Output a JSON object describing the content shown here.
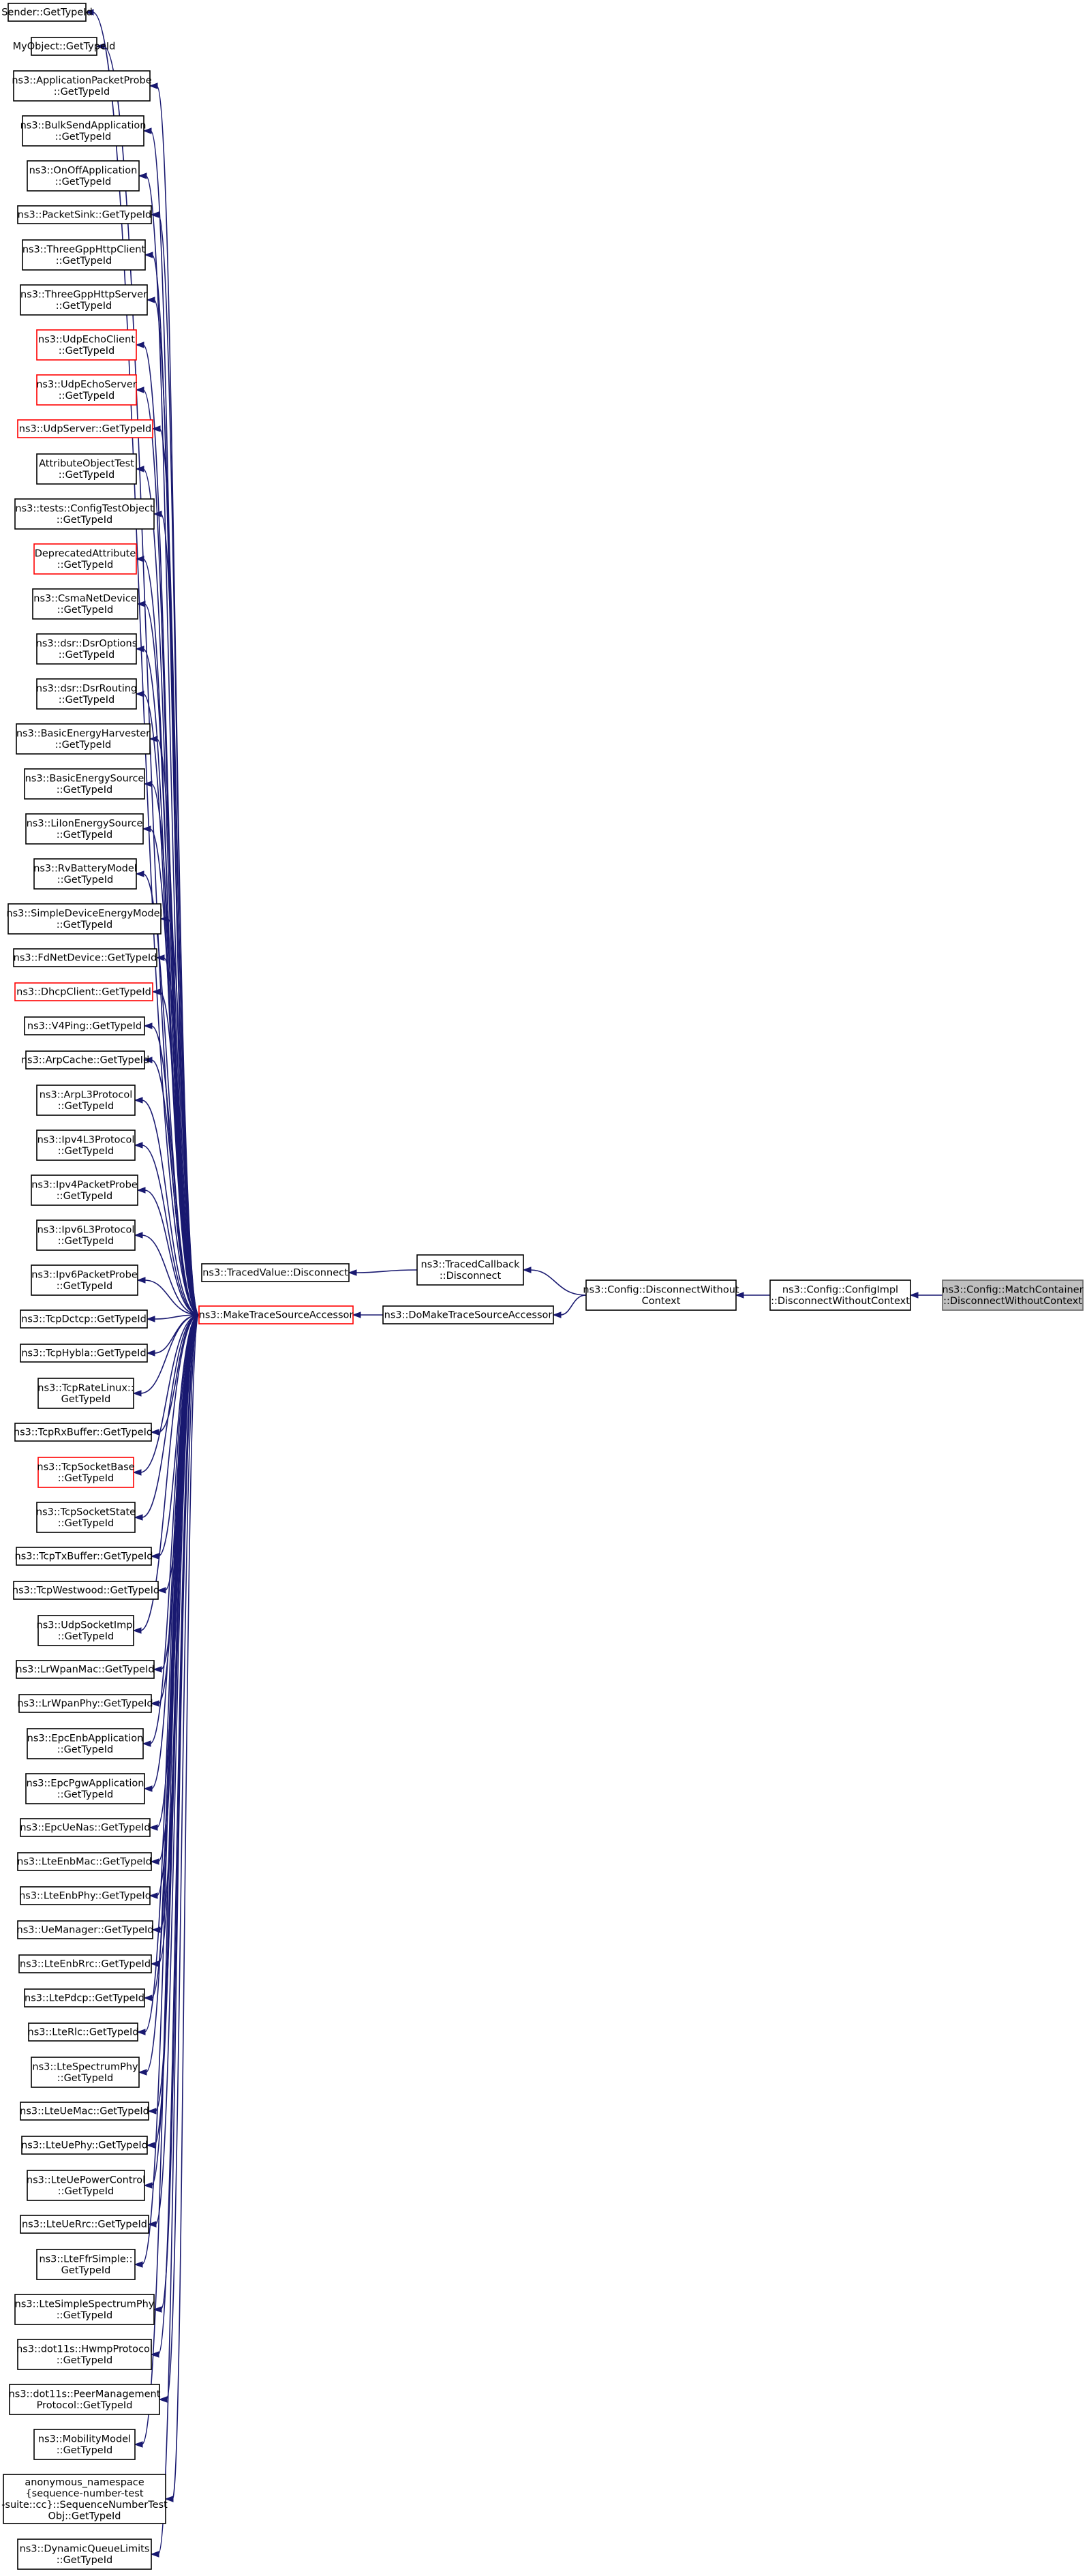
{
  "diagram": {
    "type": "call-graph",
    "root": "matchcontainer",
    "nodes": [
      {
        "id": "sender",
        "lines": [
          "Sender::GetTypeId"
        ]
      },
      {
        "id": "myobject",
        "lines": [
          "MyObject::GetTypeId"
        ]
      },
      {
        "id": "apppacketprobe",
        "lines": [
          "ns3::ApplicationPacketProbe",
          "::GetTypeId"
        ]
      },
      {
        "id": "bulksend",
        "lines": [
          "ns3::BulkSendApplication",
          "::GetTypeId"
        ]
      },
      {
        "id": "onoff",
        "lines": [
          "ns3::OnOffApplication",
          "::GetTypeId"
        ]
      },
      {
        "id": "packetsink",
        "lines": [
          "ns3::PacketSink::GetTypeId"
        ]
      },
      {
        "id": "httpclient",
        "lines": [
          "ns3::ThreeGppHttpClient",
          "::GetTypeId"
        ]
      },
      {
        "id": "httpserver",
        "lines": [
          "ns3::ThreeGppHttpServer",
          "::GetTypeId"
        ]
      },
      {
        "id": "udpechoclient",
        "lines": [
          "ns3::UdpEchoClient",
          "::GetTypeId"
        ],
        "red": true
      },
      {
        "id": "udpechoserver",
        "lines": [
          "ns3::UdpEchoServer",
          "::GetTypeId"
        ],
        "red": true
      },
      {
        "id": "udpserver",
        "lines": [
          "ns3::UdpServer::GetTypeId"
        ],
        "red": true
      },
      {
        "id": "attrobjtest",
        "lines": [
          "AttributeObjectTest",
          "::GetTypeId"
        ]
      },
      {
        "id": "configtestobj",
        "lines": [
          "ns3::tests::ConfigTestObject",
          "::GetTypeId"
        ]
      },
      {
        "id": "deprecatedattr",
        "lines": [
          "DeprecatedAttribute",
          "::GetTypeId"
        ],
        "red": true
      },
      {
        "id": "csmanetdevice",
        "lines": [
          "ns3::CsmaNetDevice",
          "::GetTypeId"
        ]
      },
      {
        "id": "dsroptions",
        "lines": [
          "ns3::dsr::DsrOptions",
          "::GetTypeId"
        ]
      },
      {
        "id": "dsrrouting",
        "lines": [
          "ns3::dsr::DsrRouting",
          "::GetTypeId"
        ]
      },
      {
        "id": "basicharvester",
        "lines": [
          "ns3::BasicEnergyHarvester",
          "::GetTypeId"
        ]
      },
      {
        "id": "basicsource",
        "lines": [
          "ns3::BasicEnergySource",
          "::GetTypeId"
        ]
      },
      {
        "id": "liion",
        "lines": [
          "ns3::LiIonEnergySource",
          "::GetTypeId"
        ]
      },
      {
        "id": "rvbattery",
        "lines": [
          "ns3::RvBatteryModel",
          "::GetTypeId"
        ]
      },
      {
        "id": "simpledevice",
        "lines": [
          "ns3::SimpleDeviceEnergyModel",
          "::GetTypeId"
        ]
      },
      {
        "id": "fdnetdevice",
        "lines": [
          "ns3::FdNetDevice::GetTypeId"
        ]
      },
      {
        "id": "dhcpclient",
        "lines": [
          "ns3::DhcpClient::GetTypeId"
        ],
        "red": true
      },
      {
        "id": "v4ping",
        "lines": [
          "ns3::V4Ping::GetTypeId"
        ]
      },
      {
        "id": "arpcache",
        "lines": [
          "ns3::ArpCache::GetTypeId"
        ]
      },
      {
        "id": "arpl3",
        "lines": [
          "ns3::ArpL3Protocol",
          "::GetTypeId"
        ]
      },
      {
        "id": "ipv4l3",
        "lines": [
          "ns3::Ipv4L3Protocol",
          "::GetTypeId"
        ]
      },
      {
        "id": "ipv4probe",
        "lines": [
          "ns3::Ipv4PacketProbe",
          "::GetTypeId"
        ]
      },
      {
        "id": "ipv6l3",
        "lines": [
          "ns3::Ipv6L3Protocol",
          "::GetTypeId"
        ]
      },
      {
        "id": "ipv6probe",
        "lines": [
          "ns3::Ipv6PacketProbe",
          "::GetTypeId"
        ]
      },
      {
        "id": "tcpdctcp",
        "lines": [
          "ns3::TcpDctcp::GetTypeId"
        ]
      },
      {
        "id": "tcphybla",
        "lines": [
          "ns3::TcpHybla::GetTypeId"
        ]
      },
      {
        "id": "tcpratelinux",
        "lines": [
          "ns3::TcpRateLinux::",
          "GetTypeId"
        ]
      },
      {
        "id": "tcprxbuffer",
        "lines": [
          "ns3::TcpRxBuffer::GetTypeId"
        ]
      },
      {
        "id": "tcpsocketbase",
        "lines": [
          "ns3::TcpSocketBase",
          "::GetTypeId"
        ],
        "red": true
      },
      {
        "id": "tcpsocketstate",
        "lines": [
          "ns3::TcpSocketState",
          "::GetTypeId"
        ]
      },
      {
        "id": "tcptxbuffer",
        "lines": [
          "ns3::TcpTxBuffer::GetTypeId"
        ]
      },
      {
        "id": "tcpwestwood",
        "lines": [
          "ns3::TcpWestwood::GetTypeId"
        ]
      },
      {
        "id": "udpsocketimpl",
        "lines": [
          "ns3::UdpSocketImpl",
          "::GetTypeId"
        ]
      },
      {
        "id": "lrwpanmac",
        "lines": [
          "ns3::LrWpanMac::GetTypeId"
        ]
      },
      {
        "id": "lrwpanphy",
        "lines": [
          "ns3::LrWpanPhy::GetTypeId"
        ]
      },
      {
        "id": "epcenbapp",
        "lines": [
          "ns3::EpcEnbApplication",
          "::GetTypeId"
        ]
      },
      {
        "id": "epcpgwapp",
        "lines": [
          "ns3::EpcPgwApplication",
          "::GetTypeId"
        ]
      },
      {
        "id": "epcuenas",
        "lines": [
          "ns3::EpcUeNas::GetTypeId"
        ]
      },
      {
        "id": "lteenbmac",
        "lines": [
          "ns3::LteEnbMac::GetTypeId"
        ]
      },
      {
        "id": "lteenbphy",
        "lines": [
          "ns3::LteEnbPhy::GetTypeId"
        ]
      },
      {
        "id": "uemanager",
        "lines": [
          "ns3::UeManager::GetTypeId"
        ]
      },
      {
        "id": "lteenbrrc",
        "lines": [
          "ns3::LteEnbRrc::GetTypeId"
        ]
      },
      {
        "id": "ltepdcp",
        "lines": [
          "ns3::LtePdcp::GetTypeId"
        ]
      },
      {
        "id": "lterlc",
        "lines": [
          "ns3::LteRlc::GetTypeId"
        ]
      },
      {
        "id": "ltespectrumphy",
        "lines": [
          "ns3::LteSpectrumPhy",
          "::GetTypeId"
        ]
      },
      {
        "id": "lteuemac",
        "lines": [
          "ns3::LteUeMac::GetTypeId"
        ]
      },
      {
        "id": "lteuephy",
        "lines": [
          "ns3::LteUePhy::GetTypeId"
        ]
      },
      {
        "id": "lteuepowercontrol",
        "lines": [
          "ns3::LteUePowerControl",
          "::GetTypeId"
        ]
      },
      {
        "id": "lteuerrc",
        "lines": [
          "ns3::LteUeRrc::GetTypeId"
        ]
      },
      {
        "id": "ltefrsimple",
        "lines": [
          "ns3::LteFfrSimple::",
          "GetTypeId"
        ]
      },
      {
        "id": "ltesimplespectrumphy",
        "lines": [
          "ns3::LteSimpleSpectrumPhy",
          "::GetTypeId"
        ]
      },
      {
        "id": "hwmpprotocol",
        "lines": [
          "ns3::dot11s::HwmpProtocol",
          "::GetTypeId"
        ]
      },
      {
        "id": "peermanagement",
        "lines": [
          "ns3::dot11s::PeerManagement",
          "Protocol::GetTypeId"
        ]
      },
      {
        "id": "mobilitymodel",
        "lines": [
          "ns3::MobilityModel",
          "::GetTypeId"
        ]
      },
      {
        "id": "seqnumtest",
        "lines": [
          "anonymous_namespace",
          "{sequence-number-test",
          "-suite::cc}::SequenceNumberTest",
          "Obj::GetTypeId"
        ]
      },
      {
        "id": "dynqueuelimits",
        "lines": [
          "ns3::DynamicQueueLimits",
          "::GetTypeId"
        ]
      },
      {
        "id": "tracedvalue",
        "lines": [
          "ns3::TracedValue::Disconnect"
        ]
      },
      {
        "id": "makeaccessor",
        "lines": [
          "ns3::MakeTraceSourceAccessor"
        ],
        "red": true
      },
      {
        "id": "tracedcallback",
        "lines": [
          "ns3::TracedCallback",
          "::Disconnect"
        ]
      },
      {
        "id": "domakeaccessor",
        "lines": [
          "ns3::DoMakeTraceSourceAccessor"
        ]
      },
      {
        "id": "disconnectwithout",
        "lines": [
          "ns3::Config::DisconnectWithout",
          "Context"
        ]
      },
      {
        "id": "configimpl",
        "lines": [
          "ns3::Config::ConfigImpl",
          "::DisconnectWithoutContext"
        ]
      },
      {
        "id": "matchcontainer",
        "lines": [
          "ns3::Config::MatchContainer",
          "::DisconnectWithoutContext"
        ]
      }
    ],
    "edges": [
      [
        "makeaccessor",
        "sender"
      ],
      [
        "makeaccessor",
        "myobject"
      ],
      [
        "makeaccessor",
        "apppacketprobe"
      ],
      [
        "makeaccessor",
        "bulksend"
      ],
      [
        "makeaccessor",
        "onoff"
      ],
      [
        "makeaccessor",
        "packetsink"
      ],
      [
        "makeaccessor",
        "httpclient"
      ],
      [
        "makeaccessor",
        "httpserver"
      ],
      [
        "makeaccessor",
        "udpechoclient"
      ],
      [
        "makeaccessor",
        "udpechoserver"
      ],
      [
        "makeaccessor",
        "udpserver"
      ],
      [
        "makeaccessor",
        "attrobjtest"
      ],
      [
        "makeaccessor",
        "configtestobj"
      ],
      [
        "makeaccessor",
        "deprecatedattr"
      ],
      [
        "makeaccessor",
        "csmanetdevice"
      ],
      [
        "makeaccessor",
        "dsroptions"
      ],
      [
        "makeaccessor",
        "dsrrouting"
      ],
      [
        "makeaccessor",
        "basicharvester"
      ],
      [
        "makeaccessor",
        "basicsource"
      ],
      [
        "makeaccessor",
        "liion"
      ],
      [
        "makeaccessor",
        "rvbattery"
      ],
      [
        "makeaccessor",
        "simpledevice"
      ],
      [
        "makeaccessor",
        "fdnetdevice"
      ],
      [
        "makeaccessor",
        "dhcpclient"
      ],
      [
        "makeaccessor",
        "v4ping"
      ],
      [
        "makeaccessor",
        "arpcache"
      ],
      [
        "makeaccessor",
        "arpl3"
      ],
      [
        "makeaccessor",
        "ipv4l3"
      ],
      [
        "makeaccessor",
        "ipv4probe"
      ],
      [
        "makeaccessor",
        "ipv6l3"
      ],
      [
        "makeaccessor",
        "ipv6probe"
      ],
      [
        "makeaccessor",
        "tcpdctcp"
      ],
      [
        "makeaccessor",
        "tcphybla"
      ],
      [
        "makeaccessor",
        "tcpratelinux"
      ],
      [
        "makeaccessor",
        "tcprxbuffer"
      ],
      [
        "makeaccessor",
        "tcpsocketbase"
      ],
      [
        "makeaccessor",
        "tcpsocketstate"
      ],
      [
        "makeaccessor",
        "tcptxbuffer"
      ],
      [
        "makeaccessor",
        "tcpwestwood"
      ],
      [
        "makeaccessor",
        "udpsocketimpl"
      ],
      [
        "makeaccessor",
        "lrwpanmac"
      ],
      [
        "makeaccessor",
        "lrwpanphy"
      ],
      [
        "makeaccessor",
        "epcenbapp"
      ],
      [
        "makeaccessor",
        "epcpgwapp"
      ],
      [
        "makeaccessor",
        "epcuenas"
      ],
      [
        "makeaccessor",
        "lteenbmac"
      ],
      [
        "makeaccessor",
        "lteenbphy"
      ],
      [
        "makeaccessor",
        "uemanager"
      ],
      [
        "makeaccessor",
        "lteenbrrc"
      ],
      [
        "makeaccessor",
        "ltepdcp"
      ],
      [
        "makeaccessor",
        "lterlc"
      ],
      [
        "makeaccessor",
        "ltespectrumphy"
      ],
      [
        "makeaccessor",
        "lteuemac"
      ],
      [
        "makeaccessor",
        "lteuephy"
      ],
      [
        "makeaccessor",
        "lteuepowercontrol"
      ],
      [
        "makeaccessor",
        "lteuerrc"
      ],
      [
        "makeaccessor",
        "ltefrsimple"
      ],
      [
        "makeaccessor",
        "ltesimplespectrumphy"
      ],
      [
        "makeaccessor",
        "hwmpprotocol"
      ],
      [
        "makeaccessor",
        "peermanagement"
      ],
      [
        "makeaccessor",
        "mobilitymodel"
      ],
      [
        "makeaccessor",
        "seqnumtest"
      ],
      [
        "makeaccessor",
        "dynqueuelimits"
      ],
      [
        "tracedcallback",
        "tracedvalue"
      ],
      [
        "domakeaccessor",
        "makeaccessor"
      ],
      [
        "disconnectwithout",
        "tracedcallback"
      ],
      [
        "disconnectwithout",
        "domakeaccessor"
      ],
      [
        "configimpl",
        "disconnectwithout"
      ],
      [
        "matchcontainer",
        "configimpl"
      ]
    ],
    "colors": {
      "edge": "#191970",
      "red_border": "#ff0000",
      "root_fill": "#bfbfbf"
    }
  }
}
